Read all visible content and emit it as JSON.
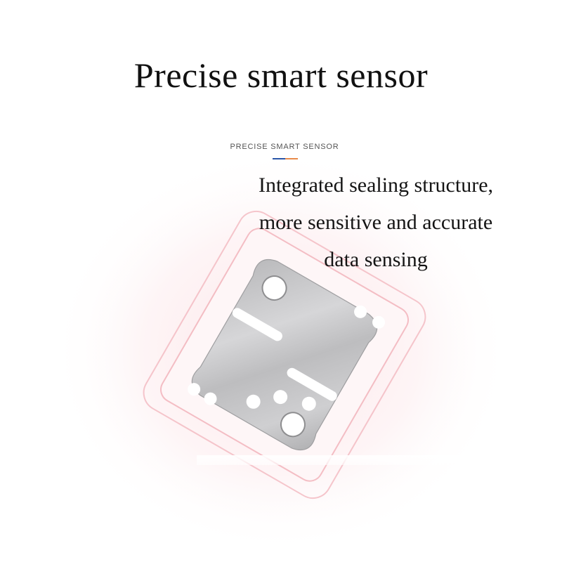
{
  "title": "Precise smart sensor",
  "caption": "PRECISE SMART SENSOR",
  "description_lines": [
    "Integrated sealing structure,",
    "more sensitive and accurate",
    "data sensing"
  ],
  "colors": {
    "accent_blue": "#2b56a8",
    "accent_orange": "#e88a4a",
    "frame_pink": "#f3b8bf",
    "metal": "#c4c4c6"
  },
  "illustration_icon": "metal-sensor-plate"
}
